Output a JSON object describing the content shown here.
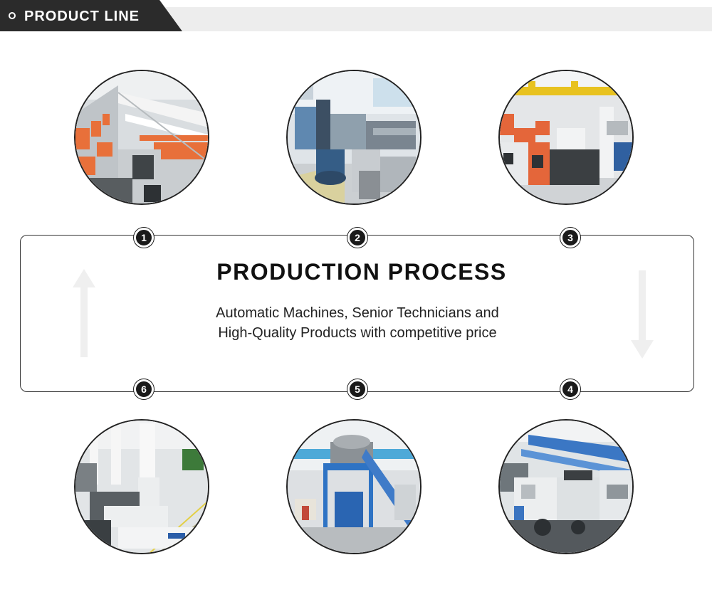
{
  "header": {
    "title": "PRODUCT LINE",
    "icon": "ring-icon"
  },
  "process": {
    "title": "PRODUCTION PROCESS",
    "description_line1": "Automatic Machines, Senior Technicians and",
    "description_line2": "High-Quality Products with competitive price"
  },
  "steps": [
    {
      "number": "1",
      "photo": "injection-molding-hall"
    },
    {
      "number": "2",
      "photo": "extrusion-line"
    },
    {
      "number": "3",
      "photo": "orange-injection-machines"
    },
    {
      "number": "4",
      "photo": "pipe-extrusion-machines"
    },
    {
      "number": "5",
      "photo": "packaging-weigher-tower"
    },
    {
      "number": "6",
      "photo": "dryer-hoppers-row"
    }
  ],
  "colors": {
    "header_dark": "#2b2b2b",
    "header_strip": "#ededed",
    "badge": "#1a1a1a",
    "arrow": "#efefef"
  }
}
